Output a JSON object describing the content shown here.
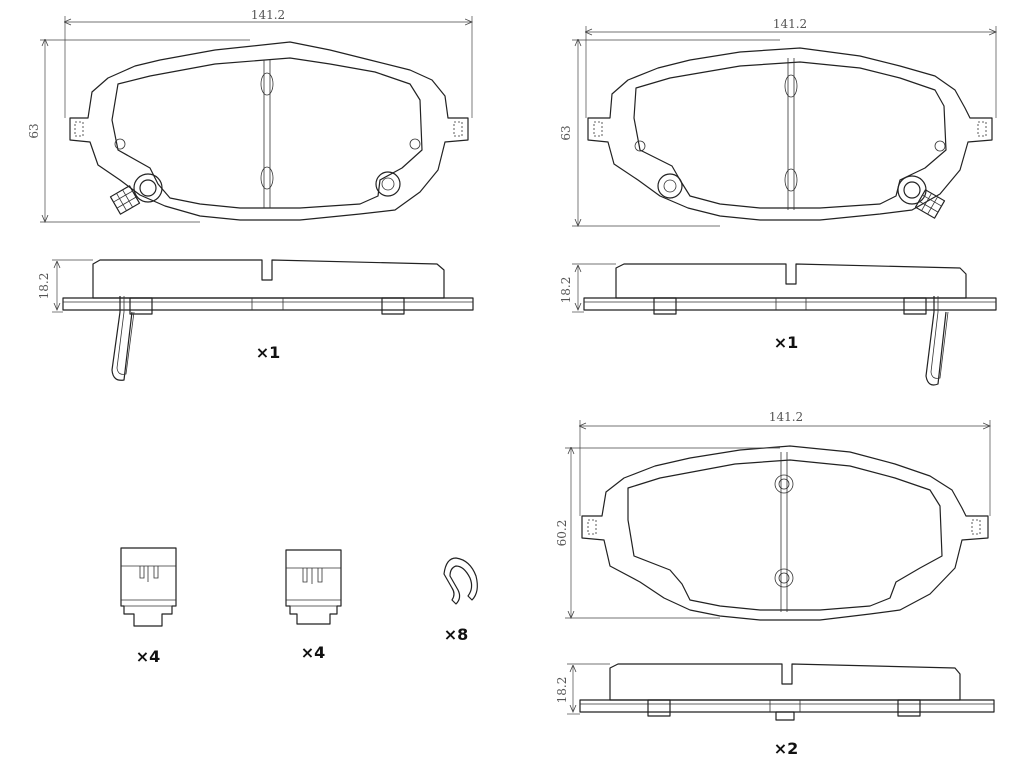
{
  "pads": [
    {
      "id": "pad1",
      "width_label": "141.2",
      "height_label": "63",
      "thickness_label": "18.2",
      "quantity": "×1",
      "sensor": true,
      "sensor_side": "left"
    },
    {
      "id": "pad2",
      "width_label": "141.2",
      "height_label": "63",
      "thickness_label": "18.2",
      "quantity": "×1",
      "sensor": true,
      "sensor_side": "right"
    },
    {
      "id": "pad3",
      "width_label": "141.2",
      "height_label": "60.2",
      "thickness_label": "18.2",
      "quantity": "×2",
      "sensor": false,
      "sensor_side": ""
    }
  ],
  "accessories": [
    {
      "id": "clip-a",
      "quantity": "×4"
    },
    {
      "id": "clip-b",
      "quantity": "×4"
    },
    {
      "id": "spring-clip",
      "quantity": "×8"
    }
  ]
}
